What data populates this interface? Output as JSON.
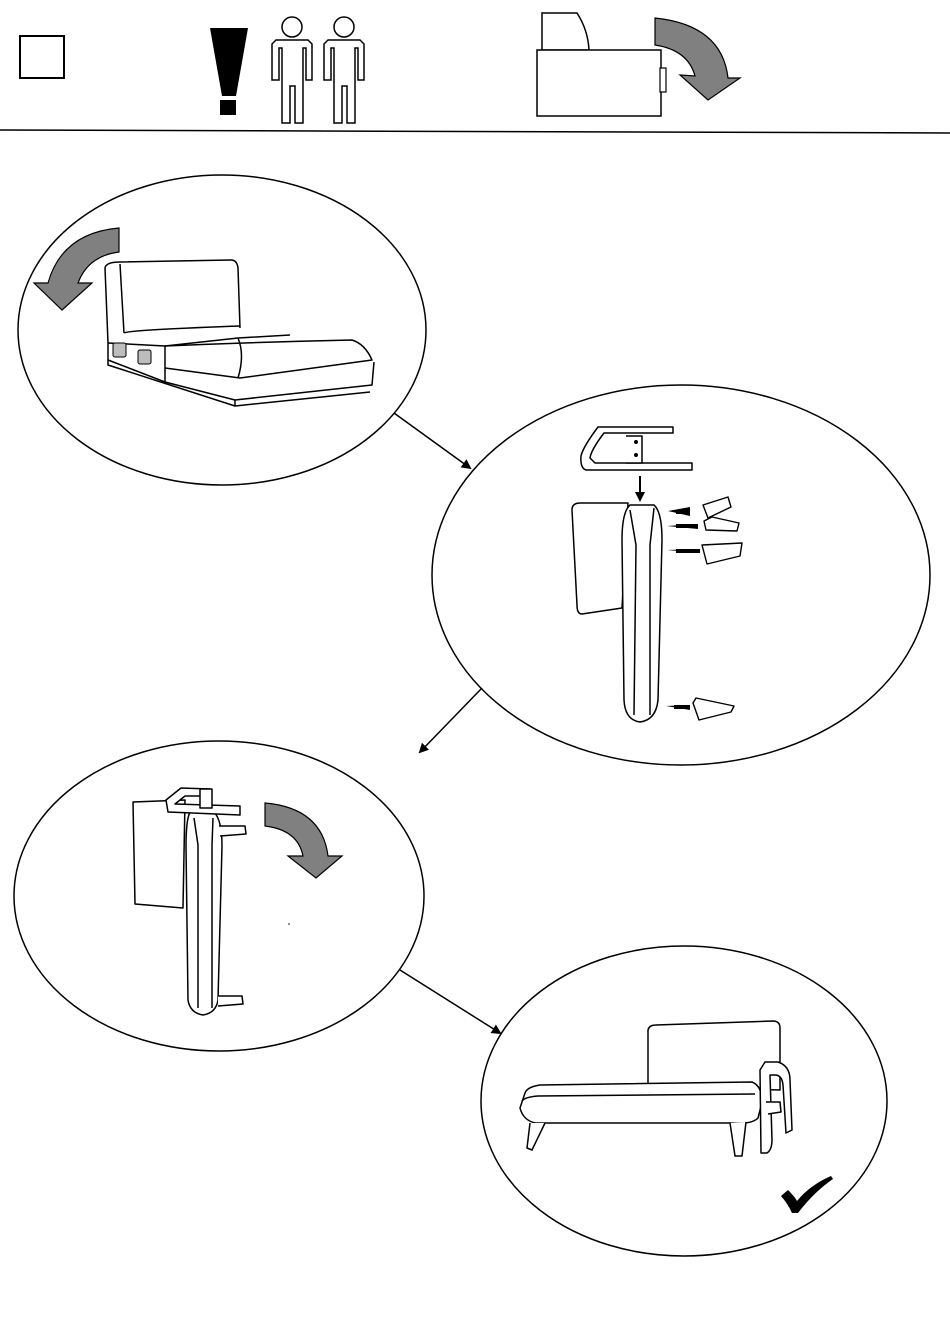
{
  "header": {
    "step_number": "",
    "icons": [
      "step-box-icon",
      "warning-exclamation-icon",
      "two-persons-icon",
      "flip-box-icon"
    ]
  },
  "steps": [
    {
      "name": "flip-seat-module",
      "icons": [
        "rotate-arrow-icon",
        "chaise-module-icon"
      ]
    },
    {
      "name": "attach-armrest-and-legs",
      "icons": [
        "armrest-frame-icon",
        "leg-icon",
        "insert-arrow-icon"
      ]
    },
    {
      "name": "flip-back-upright",
      "icons": [
        "rotate-arrow-icon"
      ]
    },
    {
      "name": "completed-chaise",
      "icons": [
        "checkmark-icon"
      ]
    }
  ],
  "colors": {
    "line": "#000000",
    "arrow_fill": "#808080",
    "accent_gray": "#bdbdbd",
    "background": "#ffffff"
  }
}
